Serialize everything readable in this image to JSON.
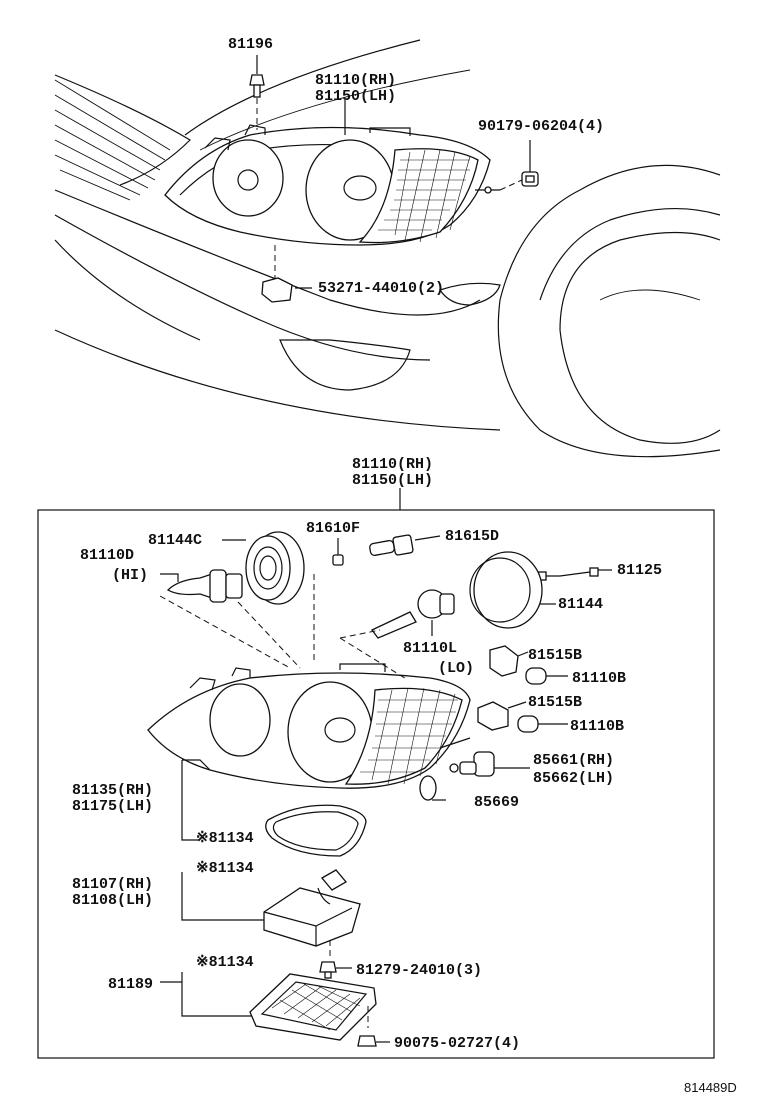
{
  "labels": {
    "p81196": "81196",
    "p81110_rh_top": "81110(RH)",
    "p81150_lh_top": "81150(LH)",
    "p90179": "90179-06204(4)",
    "p53271": "53271-44010(2)",
    "p81110_rh_box": "81110(RH)",
    "p81150_lh_box": "81150(LH)",
    "p81144C": "81144C",
    "p81610F": "81610F",
    "p81615D": "81615D",
    "p81110D": "81110D",
    "hi": "(HI)",
    "p81125": "81125",
    "p81144": "81144",
    "p81110L": "81110L",
    "lo": "(LO)",
    "p81515B_a": "81515B",
    "p81110B_a": "81110B",
    "p81515B_b": "81515B",
    "p81110B_b": "81110B",
    "p85661": "85661(RH)",
    "p85662": "85662(LH)",
    "p85669": "85669",
    "p81135": "81135(RH)",
    "p81175": "81175(LH)",
    "p81134_a": "※81134",
    "p81107": "81107(RH)",
    "p81108": "81108(LH)",
    "p81134_b": "※81134",
    "p81279": "81279-24010(3)",
    "p81189": "81189",
    "p81134_c": "※81134",
    "p90075": "90075-02727(4)",
    "diagram_id": "814489D"
  }
}
